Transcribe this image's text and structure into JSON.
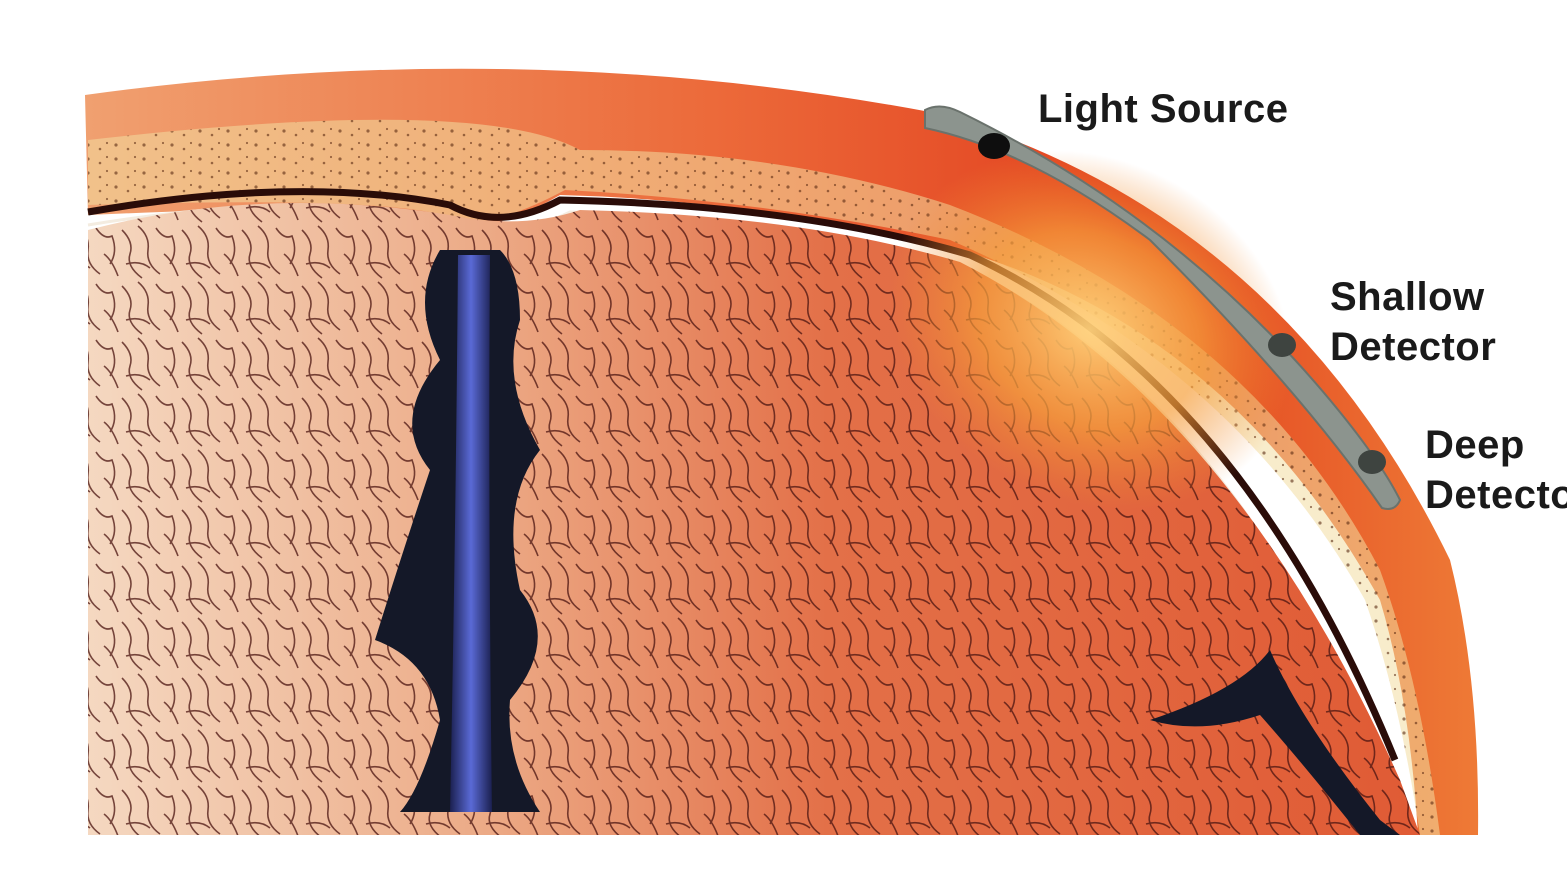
{
  "labels": {
    "light_source": "Light Source",
    "shallow_detector": [
      "Shallow",
      "Detector"
    ],
    "deep_detector": [
      "Deep",
      "Detecto"
    ]
  },
  "colors": {
    "background": "#ffffff",
    "scalp": "#e8542a",
    "skull_bone": "#f2dca0",
    "brain_tissue": "#e07a52",
    "brain_tissue_light": "#f2c6a6",
    "blood_vessels": "#4a1410",
    "midline_fissure": "#3d4fae",
    "ventricle_dark": "#141828",
    "probe": "#8c948e",
    "light_path": "#f7a23a",
    "label_text": "#1a1a1a"
  }
}
